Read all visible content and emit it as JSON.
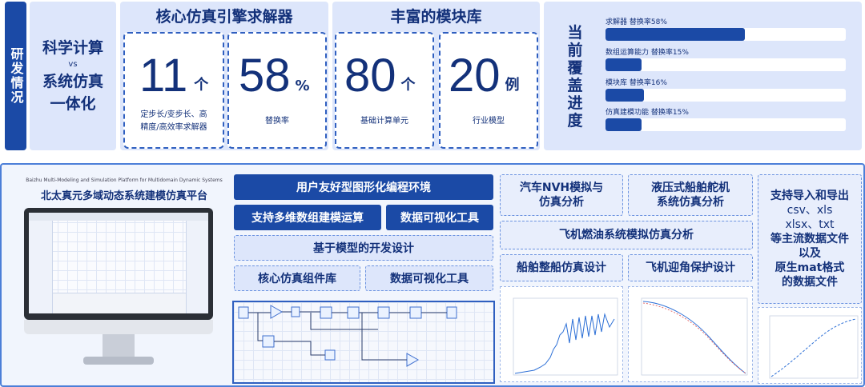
{
  "rd_label": "研发情况",
  "sci": {
    "line1": "科学计算",
    "vs": "vs",
    "line2": "系统仿真",
    "line3": "一体化"
  },
  "solver": {
    "title": "核心仿真引擎求解器",
    "solvers": {
      "num": "11",
      "unit": "个",
      "desc1": "定步长/变步长、高",
      "desc2": "精度/高效率求解器"
    },
    "replace": {
      "num": "58",
      "unit": "%",
      "desc": "替换率"
    }
  },
  "library": {
    "title": "丰富的模块库",
    "units": {
      "num": "80",
      "unit": "个",
      "desc": "基础计算单元"
    },
    "models": {
      "num": "20",
      "unit": "例",
      "desc": "行业模型"
    }
  },
  "coverage": {
    "title": "当前覆盖进度",
    "items": [
      {
        "label": "求解器  替换率58%",
        "fill": 0.58
      },
      {
        "label": "数组运算能力  替换率15%",
        "fill": 0.15
      },
      {
        "label": "模块库  替换率16%",
        "fill": 0.16
      },
      {
        "label": "仿真建模功能  替换率15%",
        "fill": 0.15
      }
    ]
  },
  "platform": {
    "subtitle": "Baizhu Multi-Modeling and Simulation Platform for Multidomain Dynamic Systems",
    "title": "北太真元多域动态系统建模仿真平台"
  },
  "features": {
    "gui_env": "用户友好型图形化编程环境",
    "multi_dim": "支持多维数组建模运算",
    "data_viz1": "数据可视化工具",
    "model_dev": "基于模型的开发设计",
    "core_lib": "核心仿真组件库",
    "data_viz2": "数据可视化工具"
  },
  "apps": {
    "nvh1": "汽车NVH模拟与",
    "nvh2": "仿真分析",
    "hydro1": "液压式船舶舵机",
    "hydro2": "系统仿真分析",
    "fuel": "飞机燃油系统模拟仿真分析",
    "ship": "船舶整船仿真设计",
    "aoa": "飞机迎角保护设计"
  },
  "io": {
    "l1": "支持导入和导出",
    "l2": "csv、xls",
    "l3": "xlsx、txt",
    "l4": "等主流数据文件",
    "l5": "以及",
    "l6": "原生mat格式",
    "l7": "的数据文件"
  },
  "colors": {
    "primary": "#1b4aa6",
    "navy": "#13317a",
    "panel": "#dde6fb"
  }
}
